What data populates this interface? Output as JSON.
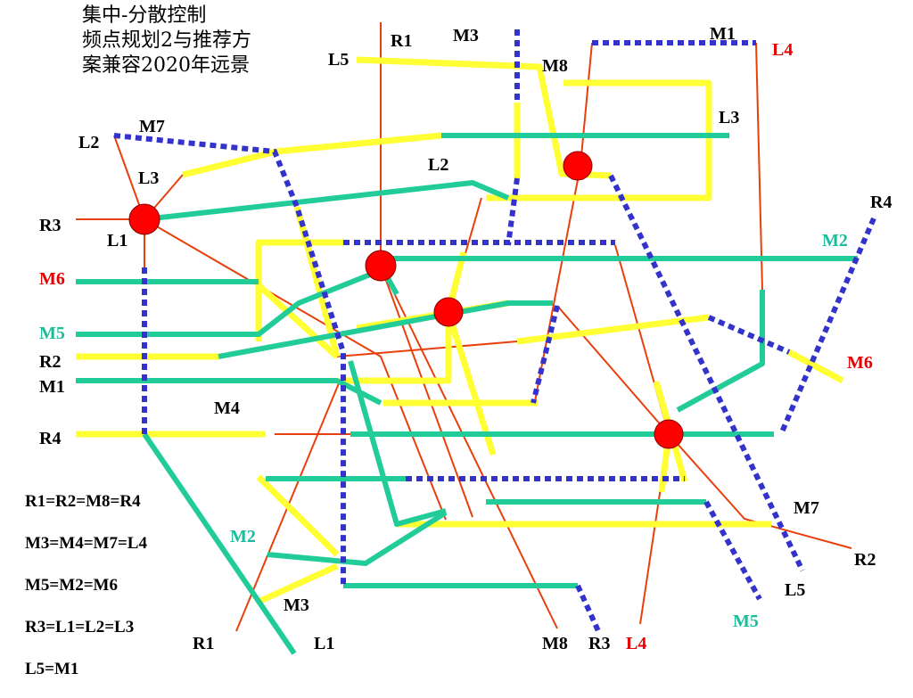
{
  "title_lines": [
    "集中-分散控制",
    "频点规划2与推荐方",
    "案兼容2020年远景"
  ],
  "equivalences": [
    "R1=R2=M8=R4",
    "M3=M4=M7=L4",
    "M5=M2=M6",
    "R3=L1=L2=L3",
    "L5=M1"
  ],
  "colors": {
    "R": "#e8400c",
    "L": "#ffff33",
    "M_dashed": "#3333cc",
    "M_solid": "#22cc99",
    "node": "#ff0000",
    "label_black": "#000000",
    "label_red": "#e60000",
    "label_teal": "#1abc9c"
  },
  "labels": {
    "R1_top": "R1",
    "M3_top": "M3",
    "M1_top": "M1",
    "L4_top": "L4",
    "L5_top": "L5",
    "M8_top": "M8",
    "L3_right": "L3",
    "L2_mid": "L2",
    "M7_left": "M7",
    "L2_left": "L2",
    "L3_left": "L3",
    "R3_left": "R3",
    "L1_left": "L1",
    "R4_right": "R4",
    "M2_right": "M2",
    "M6_left": "M6",
    "M5_left": "M5",
    "R2_left": "R2",
    "M1_left": "M1",
    "M6_right": "M6",
    "M4_left": "M4",
    "R4_left": "R4",
    "M7_right": "M7",
    "R2_right": "R2",
    "M2_bottom": "M2",
    "L5_bottom": "L5",
    "M3_bottom": "M3",
    "M5_bottom": "M5",
    "R1_bottom": "R1",
    "L1_bottom": "L1",
    "M8_bottom": "M8",
    "R3_bottom": "R3",
    "L4_bottom": "L4"
  }
}
